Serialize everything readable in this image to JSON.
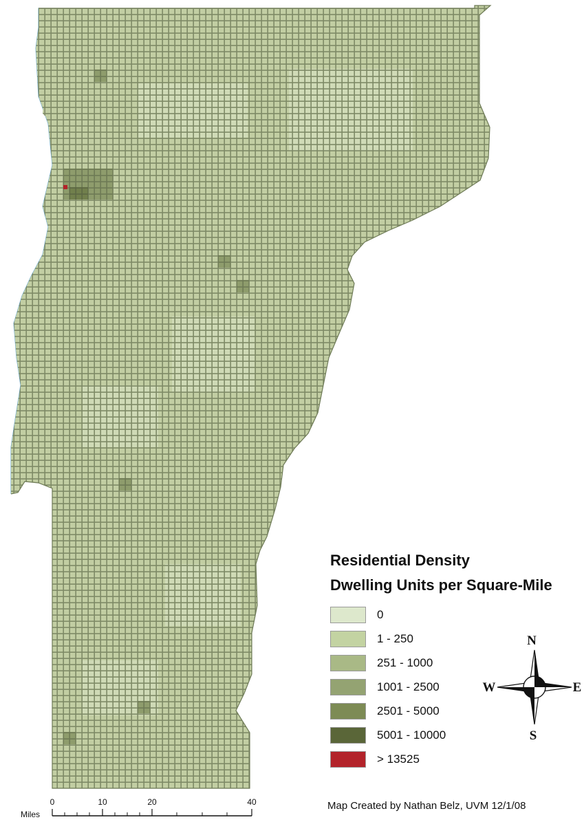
{
  "legend": {
    "title": "Residential Density",
    "subtitle": "Dwelling Units per Square-Mile",
    "classes": [
      {
        "label": "0",
        "color": "#dde8cc"
      },
      {
        "label": "1 - 250",
        "color": "#c3d3a2"
      },
      {
        "label": "251 - 1000",
        "color": "#a9b986"
      },
      {
        "label": "1001 - 2500",
        "color": "#94a372"
      },
      {
        "label": "2501 - 5000",
        "color": "#7d8b55"
      },
      {
        "label": "5001 - 10000",
        "color": "#5a6638"
      },
      {
        "label": "> 13525",
        "color": "#b3232a"
      }
    ]
  },
  "compass": {
    "north": "N",
    "south": "S",
    "east": "E",
    "west": "W"
  },
  "scale_bar": {
    "unit_label": "Miles",
    "ticks": [
      "0",
      "10",
      "20",
      "40"
    ]
  },
  "credit": "Map Created by Nathan Belz, UVM 12/1/08",
  "colors": {
    "water": "#a9d4ef",
    "grid_line": "#7e8a66"
  }
}
